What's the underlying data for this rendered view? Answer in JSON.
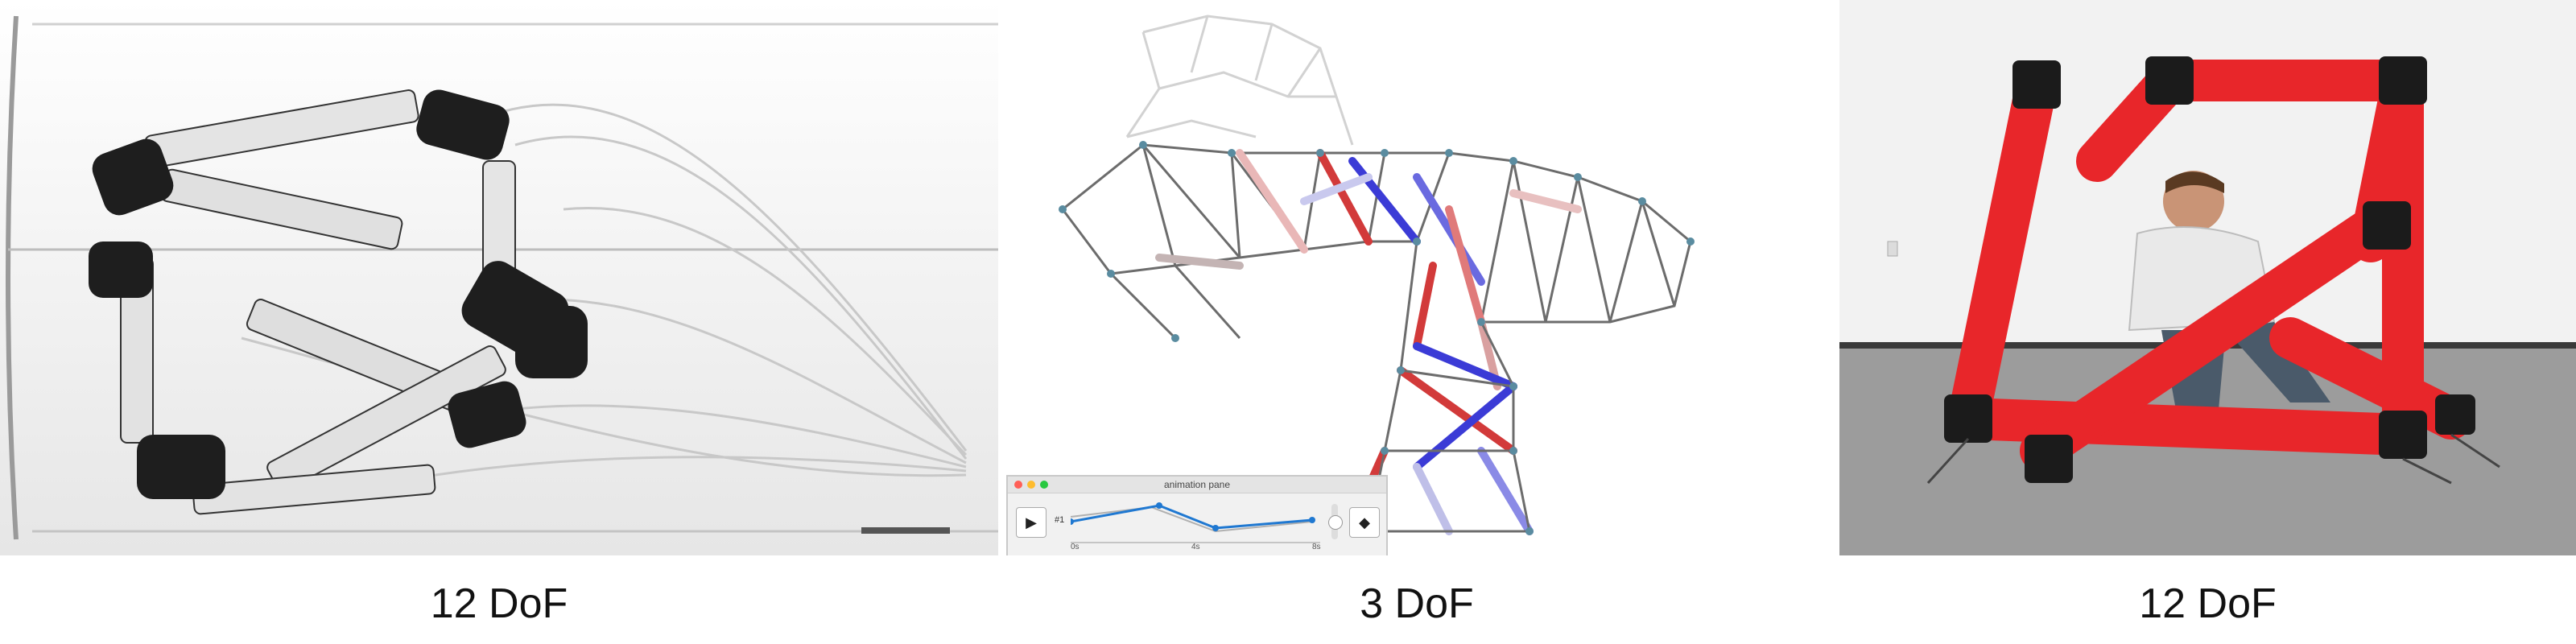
{
  "captions": [
    "12 DoF",
    "3 DoF",
    "12 DoF"
  ],
  "animation_pane": {
    "title": "animation pane",
    "track_label": "#1",
    "play_icon": "play-icon",
    "keyframe_icon": "diamond-icon",
    "ticks": [
      "0s",
      "4s",
      "8s"
    ]
  },
  "colors": {
    "tube_red": "#e8262a",
    "actuator_blue": "#3b3bd6",
    "actuator_red": "#d23a3a",
    "curve_blue": "#1f78d1"
  }
}
